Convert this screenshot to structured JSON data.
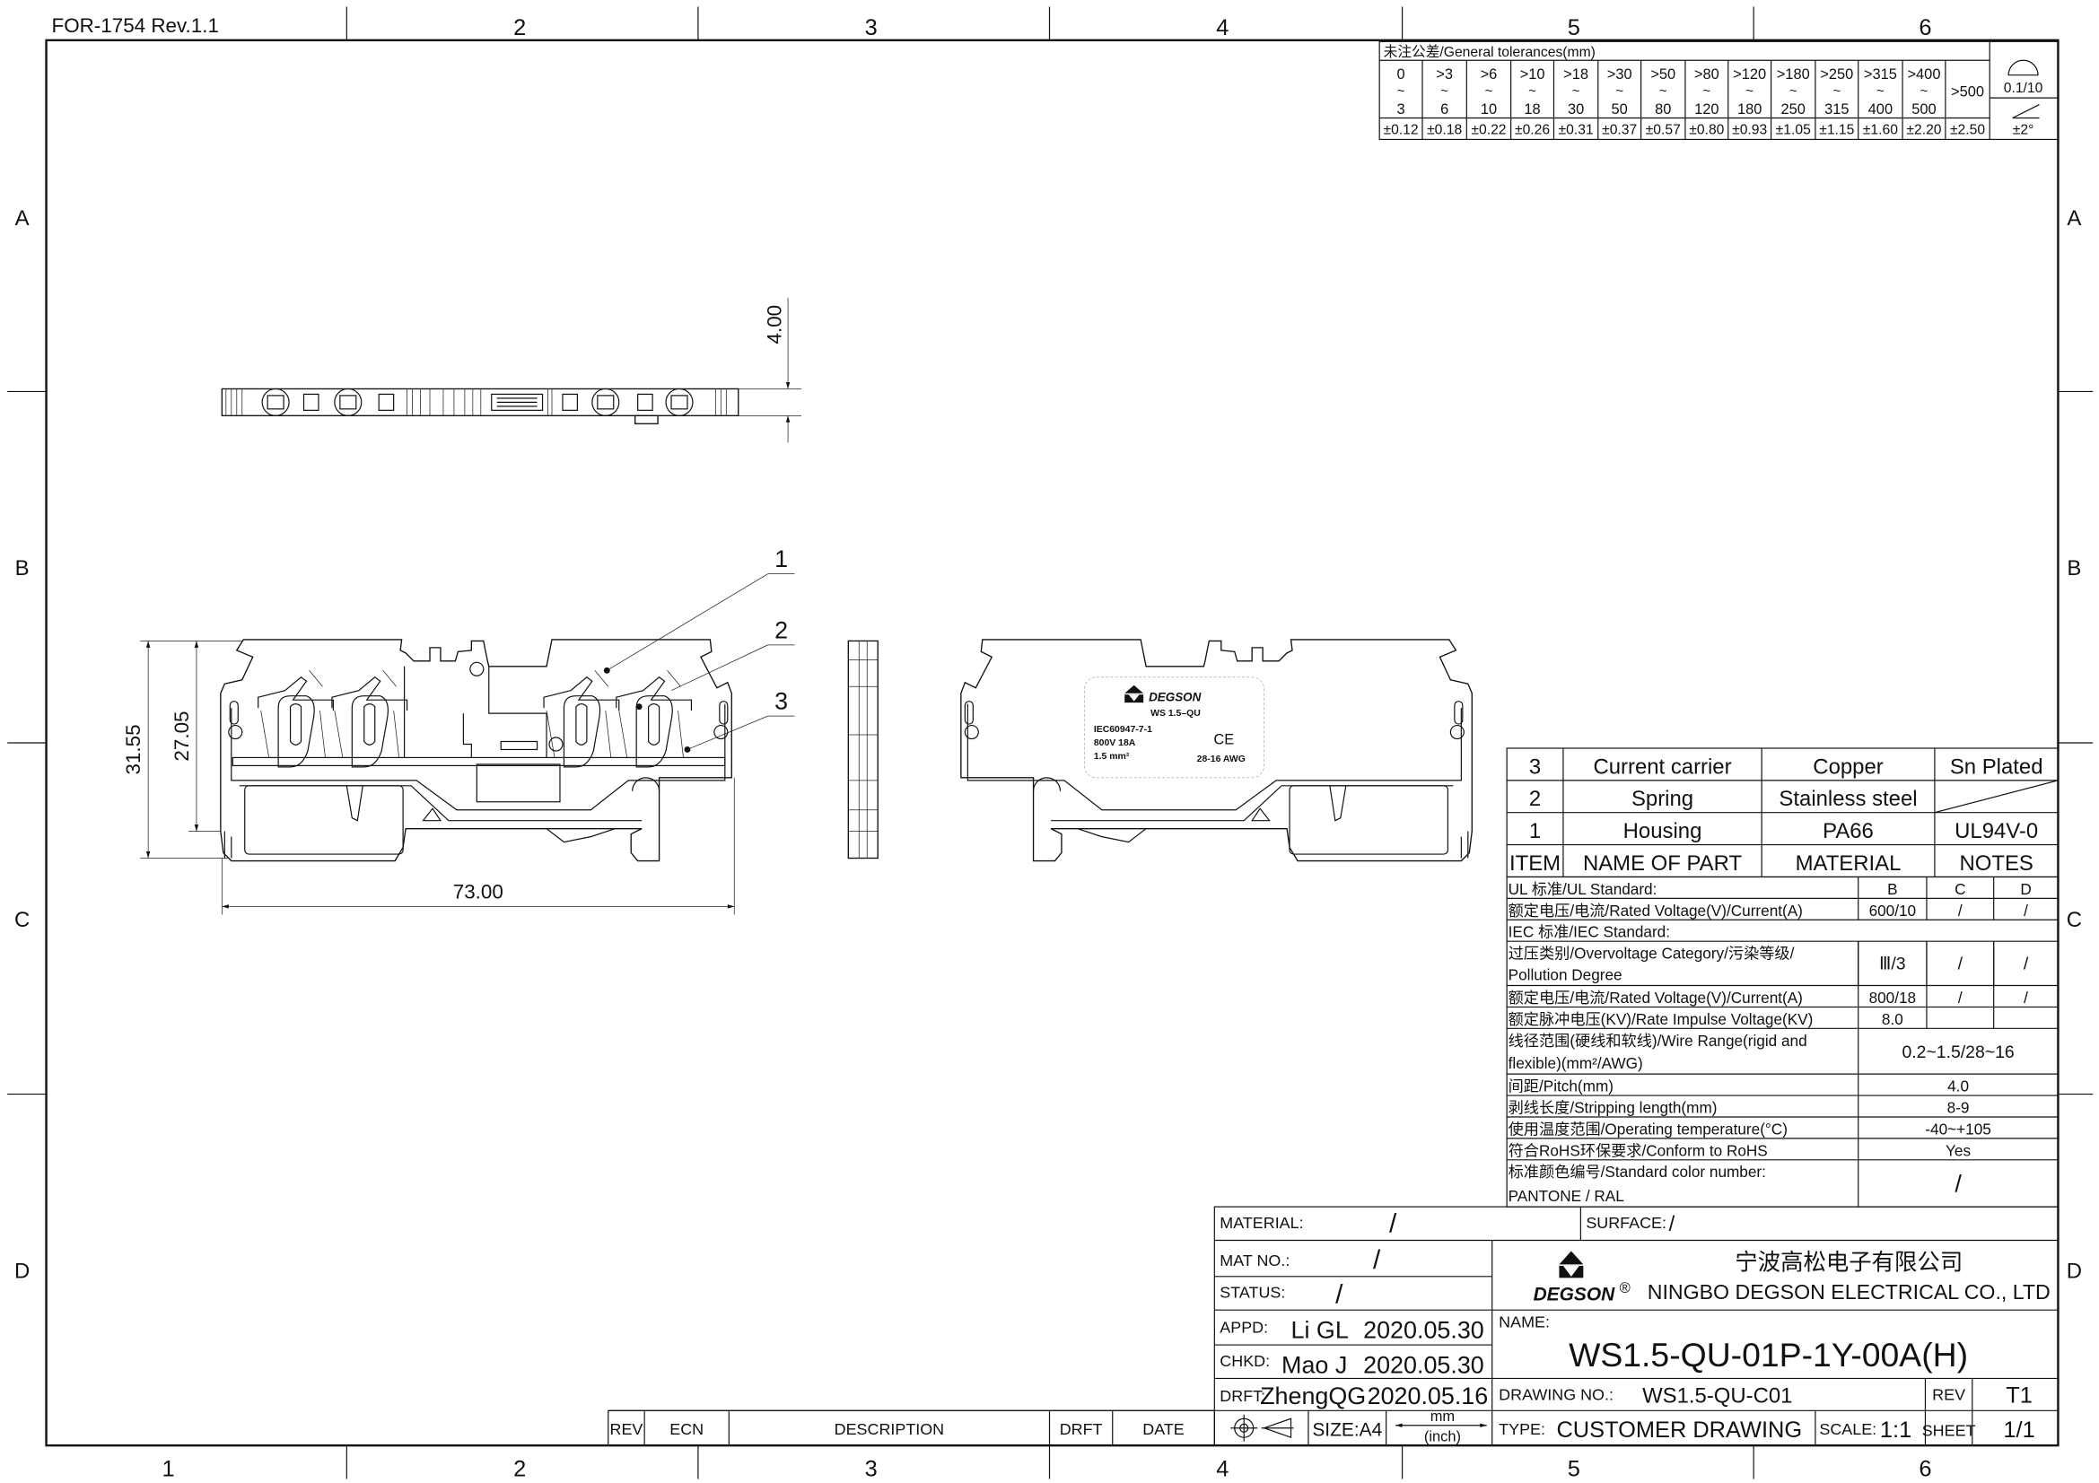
{
  "sheet": {
    "form_id": "FOR-1754  Rev.1.1",
    "zone_columns_top": [
      "2",
      "3",
      "4",
      "5",
      "6"
    ],
    "zone_columns_bottom": [
      "1",
      "2",
      "3",
      "4",
      "5",
      "6"
    ],
    "zone_rows": [
      "A",
      "B",
      "C",
      "D"
    ]
  },
  "tolerances": {
    "title": "未注公差/General tolerances(mm)",
    "ranges": [
      [
        "0",
        "3"
      ],
      [
        ">3",
        "6"
      ],
      [
        ">6",
        "10"
      ],
      [
        ">10",
        "18"
      ],
      [
        ">18",
        "30"
      ],
      [
        ">30",
        "50"
      ],
      [
        ">50",
        "80"
      ],
      [
        ">80",
        "120"
      ],
      [
        ">120",
        "180"
      ],
      [
        ">180",
        "250"
      ],
      [
        ">250",
        "315"
      ],
      [
        ">315",
        "400"
      ],
      [
        ">400",
        "500"
      ]
    ],
    "tilde": "~",
    "last_range": ">500",
    "values": [
      "±0.12",
      "±0.18",
      "±0.22",
      "±0.26",
      "±0.31",
      "±0.37",
      "±0.57",
      "±0.80",
      "±0.93",
      "±1.05",
      "±1.15",
      "±1.60",
      "±2.20",
      "±2.50"
    ],
    "flatness": "0.1/10",
    "angle": "±2°"
  },
  "dimensions": {
    "top_thickness": "4.00",
    "overall_height": "31.55",
    "inner_height": "27.05",
    "overall_width": "73.00"
  },
  "balloons": [
    "1",
    "2",
    "3"
  ],
  "product_label": {
    "brand": "DEGSON",
    "model": "WS 1.5–QU",
    "standard": "IEC60947-7-1",
    "rating": "800V 18A",
    "cross_section": "1.5 mm²",
    "mark": "CE",
    "awg": "28-16 AWG"
  },
  "parts": {
    "header": [
      "ITEM",
      "NAME OF PART",
      "MATERIAL",
      "NOTES"
    ],
    "rows": [
      [
        "3",
        "Current carrier",
        "Copper",
        "Sn Plated"
      ],
      [
        "2",
        "Spring",
        "Stainless steel",
        ""
      ],
      [
        "1",
        "Housing",
        "PA66",
        "UL94V-0"
      ]
    ]
  },
  "specs": {
    "ul_standard": {
      "label": "UL 标准/UL Standard:",
      "cols": [
        "B",
        "C",
        "D"
      ]
    },
    "ul_rated": {
      "label": "额定电压/电流/Rated Voltage(V)/Current(A)",
      "cols": [
        "600/10",
        "/",
        "/"
      ]
    },
    "iec_standard": {
      "label": "IEC 标准/IEC Standard:"
    },
    "overvoltage": {
      "label": [
        "过压类别/Overvoltage Category/污染等级/",
        "Pollution Degree"
      ],
      "cols": [
        "Ⅲ/3",
        "/",
        "/"
      ]
    },
    "iec_rated": {
      "label": "额定电压/电流/Rated Voltage(V)/Current(A)",
      "cols": [
        "800/18",
        "/",
        "/"
      ]
    },
    "impulse": {
      "label": "额定脉冲电压(KV)/Rate Impulse Voltage(KV)",
      "cols": [
        "8.0",
        "",
        ""
      ]
    },
    "wire_range": {
      "label": [
        "线径范围(硬线和软线)/Wire Range(rigid and",
        "flexible)(mm²/AWG)"
      ],
      "value": "0.2~1.5/28~16"
    },
    "pitch": {
      "label": "间距/Pitch(mm)",
      "value": "4.0"
    },
    "stripping": {
      "label": "剥线长度/Stripping length(mm)",
      "value": "8-9"
    },
    "temperature": {
      "label": "使用温度范围/Operating temperature(°C)",
      "value": "-40~+105"
    },
    "rohs": {
      "label": "符合RoHS环保要求/Conform to RoHS",
      "value": "Yes"
    },
    "color": {
      "label": [
        "标准颜色编号/Standard color number:",
        "PANTONE / RAL"
      ],
      "value": "/"
    }
  },
  "title_block": {
    "material_label": "MATERIAL:",
    "material": "/",
    "surface_label": "SURFACE:",
    "surface": "/",
    "mat_no_label": "MAT NO.:",
    "mat_no": "/",
    "status_label": "STATUS:",
    "status": "/",
    "appd_label": "APPD:",
    "appd_name": "Li GL",
    "appd_date": "2020.05.30",
    "chkd_label": "CHKD:",
    "chkd_name": "Mao J",
    "chkd_date": "2020.05.30",
    "drft_label": "DRFT:",
    "drft_name": "ZhengQG",
    "drft_date": "2020.05.16",
    "brand": "DEGSON",
    "registered": "®",
    "company_cn": "宁波高松电子有限公司",
    "company_en": "NINGBO DEGSON ELECTRICAL CO., LTD",
    "name_label": "NAME:",
    "part_name": "WS1.5-QU-01P-1Y-00A(H)",
    "drawing_no_label": "DRAWING NO.:",
    "drawing_no": "WS1.5-QU-C01",
    "rev_label": "REV",
    "rev": "T1",
    "size": "SIZE:A4",
    "unit_primary": "mm",
    "unit_secondary": "(inch)",
    "type_label": "TYPE:",
    "type": "CUSTOMER DRAWING",
    "scale_label": "SCALE:",
    "scale": "1:1",
    "sheet_label": "SHEET",
    "sheet": "1/1"
  },
  "revision_table": {
    "headers": [
      "REV",
      "ECN",
      "DESCRIPTION",
      "DRFT",
      "DATE"
    ]
  }
}
